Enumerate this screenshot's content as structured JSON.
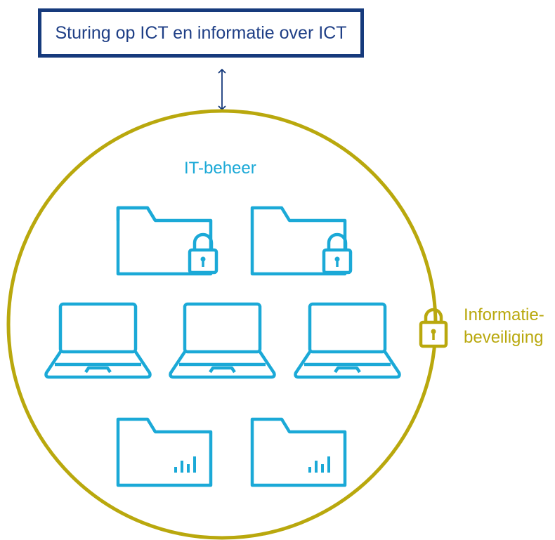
{
  "header": {
    "title": "Sturing op ICT en informatie over ICT"
  },
  "circle": {
    "label": "IT-beheer"
  },
  "security": {
    "label_line1": "Informatie-",
    "label_line2": "beveiliging"
  },
  "colors": {
    "header_border": "#163a7c",
    "header_text": "#1f3f86",
    "arrow": "#163a7c",
    "circle": "#b9a80d",
    "icons": "#1ba9d7",
    "security_text": "#b9a80d"
  },
  "icons": {
    "top_folders": [
      "folder-lock-icon",
      "folder-lock-icon"
    ],
    "laptops": [
      "laptop-icon",
      "laptop-icon",
      "laptop-icon"
    ],
    "bottom_folders": [
      "folder-chart-icon",
      "folder-chart-icon"
    ],
    "security": "padlock-icon"
  }
}
